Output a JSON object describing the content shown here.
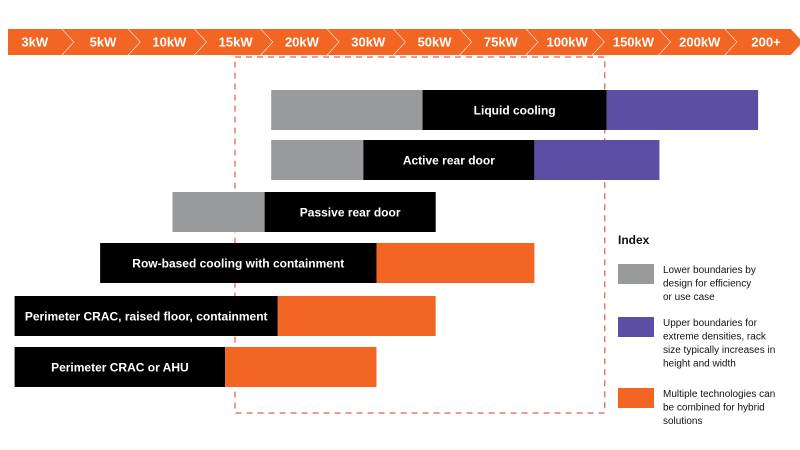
{
  "chart_data": {
    "type": "bar",
    "subtype": "horizontal-range",
    "scale": {
      "labels": [
        "3kW",
        "5kW",
        "10kW",
        "15kW",
        "20kW",
        "30kW",
        "50kW",
        "75kW",
        "100kW",
        "150kW",
        "200kW",
        "200+"
      ],
      "unit": "kW per rack"
    },
    "highlight_range": [
      "15kW",
      "150kW"
    ],
    "bars": [
      {
        "name": "Liquid cooling",
        "segments": [
          {
            "kind": "lower",
            "start": 4.0,
            "end": 6.3
          },
          {
            "kind": "core",
            "start": 6.3,
            "end": 9.1
          },
          {
            "kind": "upper",
            "start": 9.1,
            "end": 11.4
          }
        ]
      },
      {
        "name": "Active rear door",
        "segments": [
          {
            "kind": "lower",
            "start": 4.0,
            "end": 5.4
          },
          {
            "kind": "core",
            "start": 5.4,
            "end": 8.0
          },
          {
            "kind": "upper",
            "start": 8.0,
            "end": 9.9
          }
        ]
      },
      {
        "name": "Passive rear door",
        "segments": [
          {
            "kind": "lower",
            "start": 2.5,
            "end": 3.9
          },
          {
            "kind": "core",
            "start": 3.9,
            "end": 6.5
          }
        ]
      },
      {
        "name": "Row-based cooling with containment",
        "segments": [
          {
            "kind": "core",
            "start": 1.4,
            "end": 5.6
          },
          {
            "kind": "hybrid",
            "start": 5.6,
            "end": 8.0
          }
        ]
      },
      {
        "name": "Perimeter CRAC, raised floor, containment",
        "segments": [
          {
            "kind": "core",
            "start": 0.1,
            "end": 4.1
          },
          {
            "kind": "hybrid",
            "start": 4.1,
            "end": 6.5
          }
        ]
      },
      {
        "name": "Perimeter CRAC or AHU",
        "segments": [
          {
            "kind": "core",
            "start": 0.1,
            "end": 3.3
          },
          {
            "kind": "hybrid",
            "start": 3.3,
            "end": 5.6
          }
        ]
      }
    ],
    "legend": {
      "title": "Index",
      "entries": [
        {
          "kind": "lower",
          "text": [
            "Lower boundaries by",
            "design for efficiency",
            "or use case"
          ]
        },
        {
          "kind": "upper",
          "text": [
            "Upper boundaries for",
            "extreme densities, rack",
            "size typically increases in",
            "height and width"
          ]
        },
        {
          "kind": "hybrid",
          "text": [
            "Multiple technologies can",
            "be combined for hybrid",
            "solutions"
          ]
        }
      ]
    },
    "colors": {
      "scale": "#f26522",
      "lower": "#999a9c",
      "core": "#000000",
      "upper": "#5c4ea5",
      "hybrid": "#f26522",
      "highlight_border": "#e0352a"
    },
    "grid": false,
    "legend_position": "right"
  }
}
